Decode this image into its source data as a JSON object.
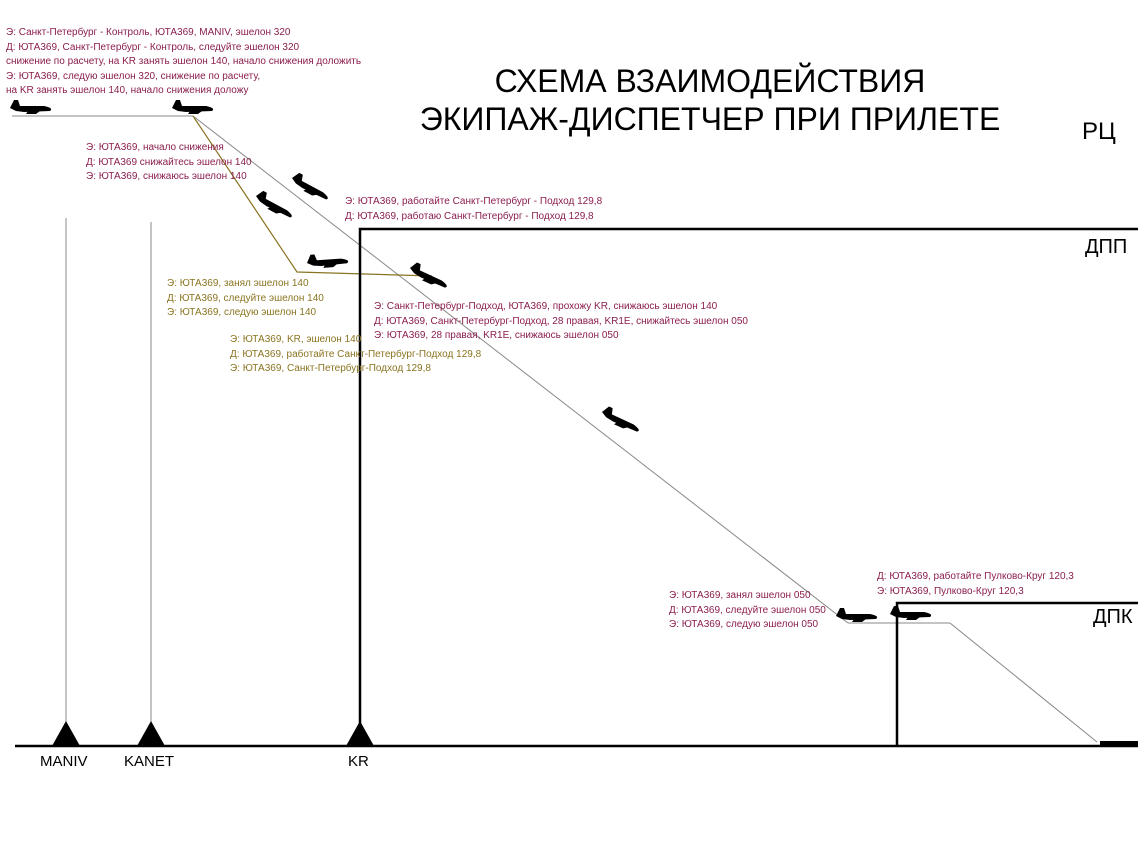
{
  "title": [
    "СХЕМА ВЗАИМОДЕЙСТВИЯ",
    "ЭКИПАЖ-ДИСПЕТЧЕР ПРИ ПРИЛЕТЕ"
  ],
  "zones": {
    "rc": "РЦ",
    "dpp": "ДПП",
    "dpk": "ДПК"
  },
  "fixes": [
    "MANIV",
    "KANET",
    "KR"
  ],
  "colors": {
    "controller_text": "#8b1e4e",
    "descent_text": "#8a7420",
    "lines": "#000000"
  },
  "messages": {
    "block1": [
      "Э: Санкт-Петербург - Контроль, ЮТА369, MANIV, эшелон 320",
      "Д: ЮТА369, Санкт-Петербург - Контроль, следуйте эшелон 320",
      "снижение по расчету, на KR занять эшелон 140, начало снижения доложить",
      "Э: ЮТА369, следую эшелон 320, снижение по расчету,",
      "на KR занять эшелон 140, начало снижения доложу"
    ],
    "block2": [
      "Э: ЮТА369, начало снижения",
      "Д: ЮТА369 снижайтесь эшелон 140",
      "Э: ЮТА369, снижаюсь эшелон 140"
    ],
    "block3": [
      "Э: ЮТА369, работайте Санкт-Петербург - Подход 129,8",
      "Д: ЮТА369, работаю Санкт-Петербург - Подход 129,8"
    ],
    "block4": [
      "Э: ЮТА369, занял эшелон 140",
      "Д: ЮТА369, следуйте эшелон 140",
      "Э: ЮТА369, следую эшелон 140"
    ],
    "block5": [
      "Э: ЮТА369, KR, эшелон 140",
      "Д: ЮТА369, работайте Санкт-Петербург-Подход 129,8",
      "Э: ЮТА369, Санкт-Петербург-Подход 129,8"
    ],
    "block6": [
      "Э: Санкт-Петербург-Подход, ЮТА369, прохожу KR, снижаюсь эшелон 140",
      "Д: ЮТА369, Санкт-Петербург-Подход, 28 правая, KR1E, снижайтесь эшелон 050",
      "Э: ЮТА369, 28 правая, KR1E, снижаюсь эшелон 050"
    ],
    "block7": [
      "Э: ЮТА369, занял эшелон 050",
      "Д: ЮТА369, следуйте эшелон 050",
      "Э: ЮТА369, следую эшелон 050"
    ],
    "block8": [
      "Д: ЮТА369, работайте Пулково-Круг 120,3",
      "Э: ЮТА369, Пулково-Круг 120,3"
    ]
  }
}
